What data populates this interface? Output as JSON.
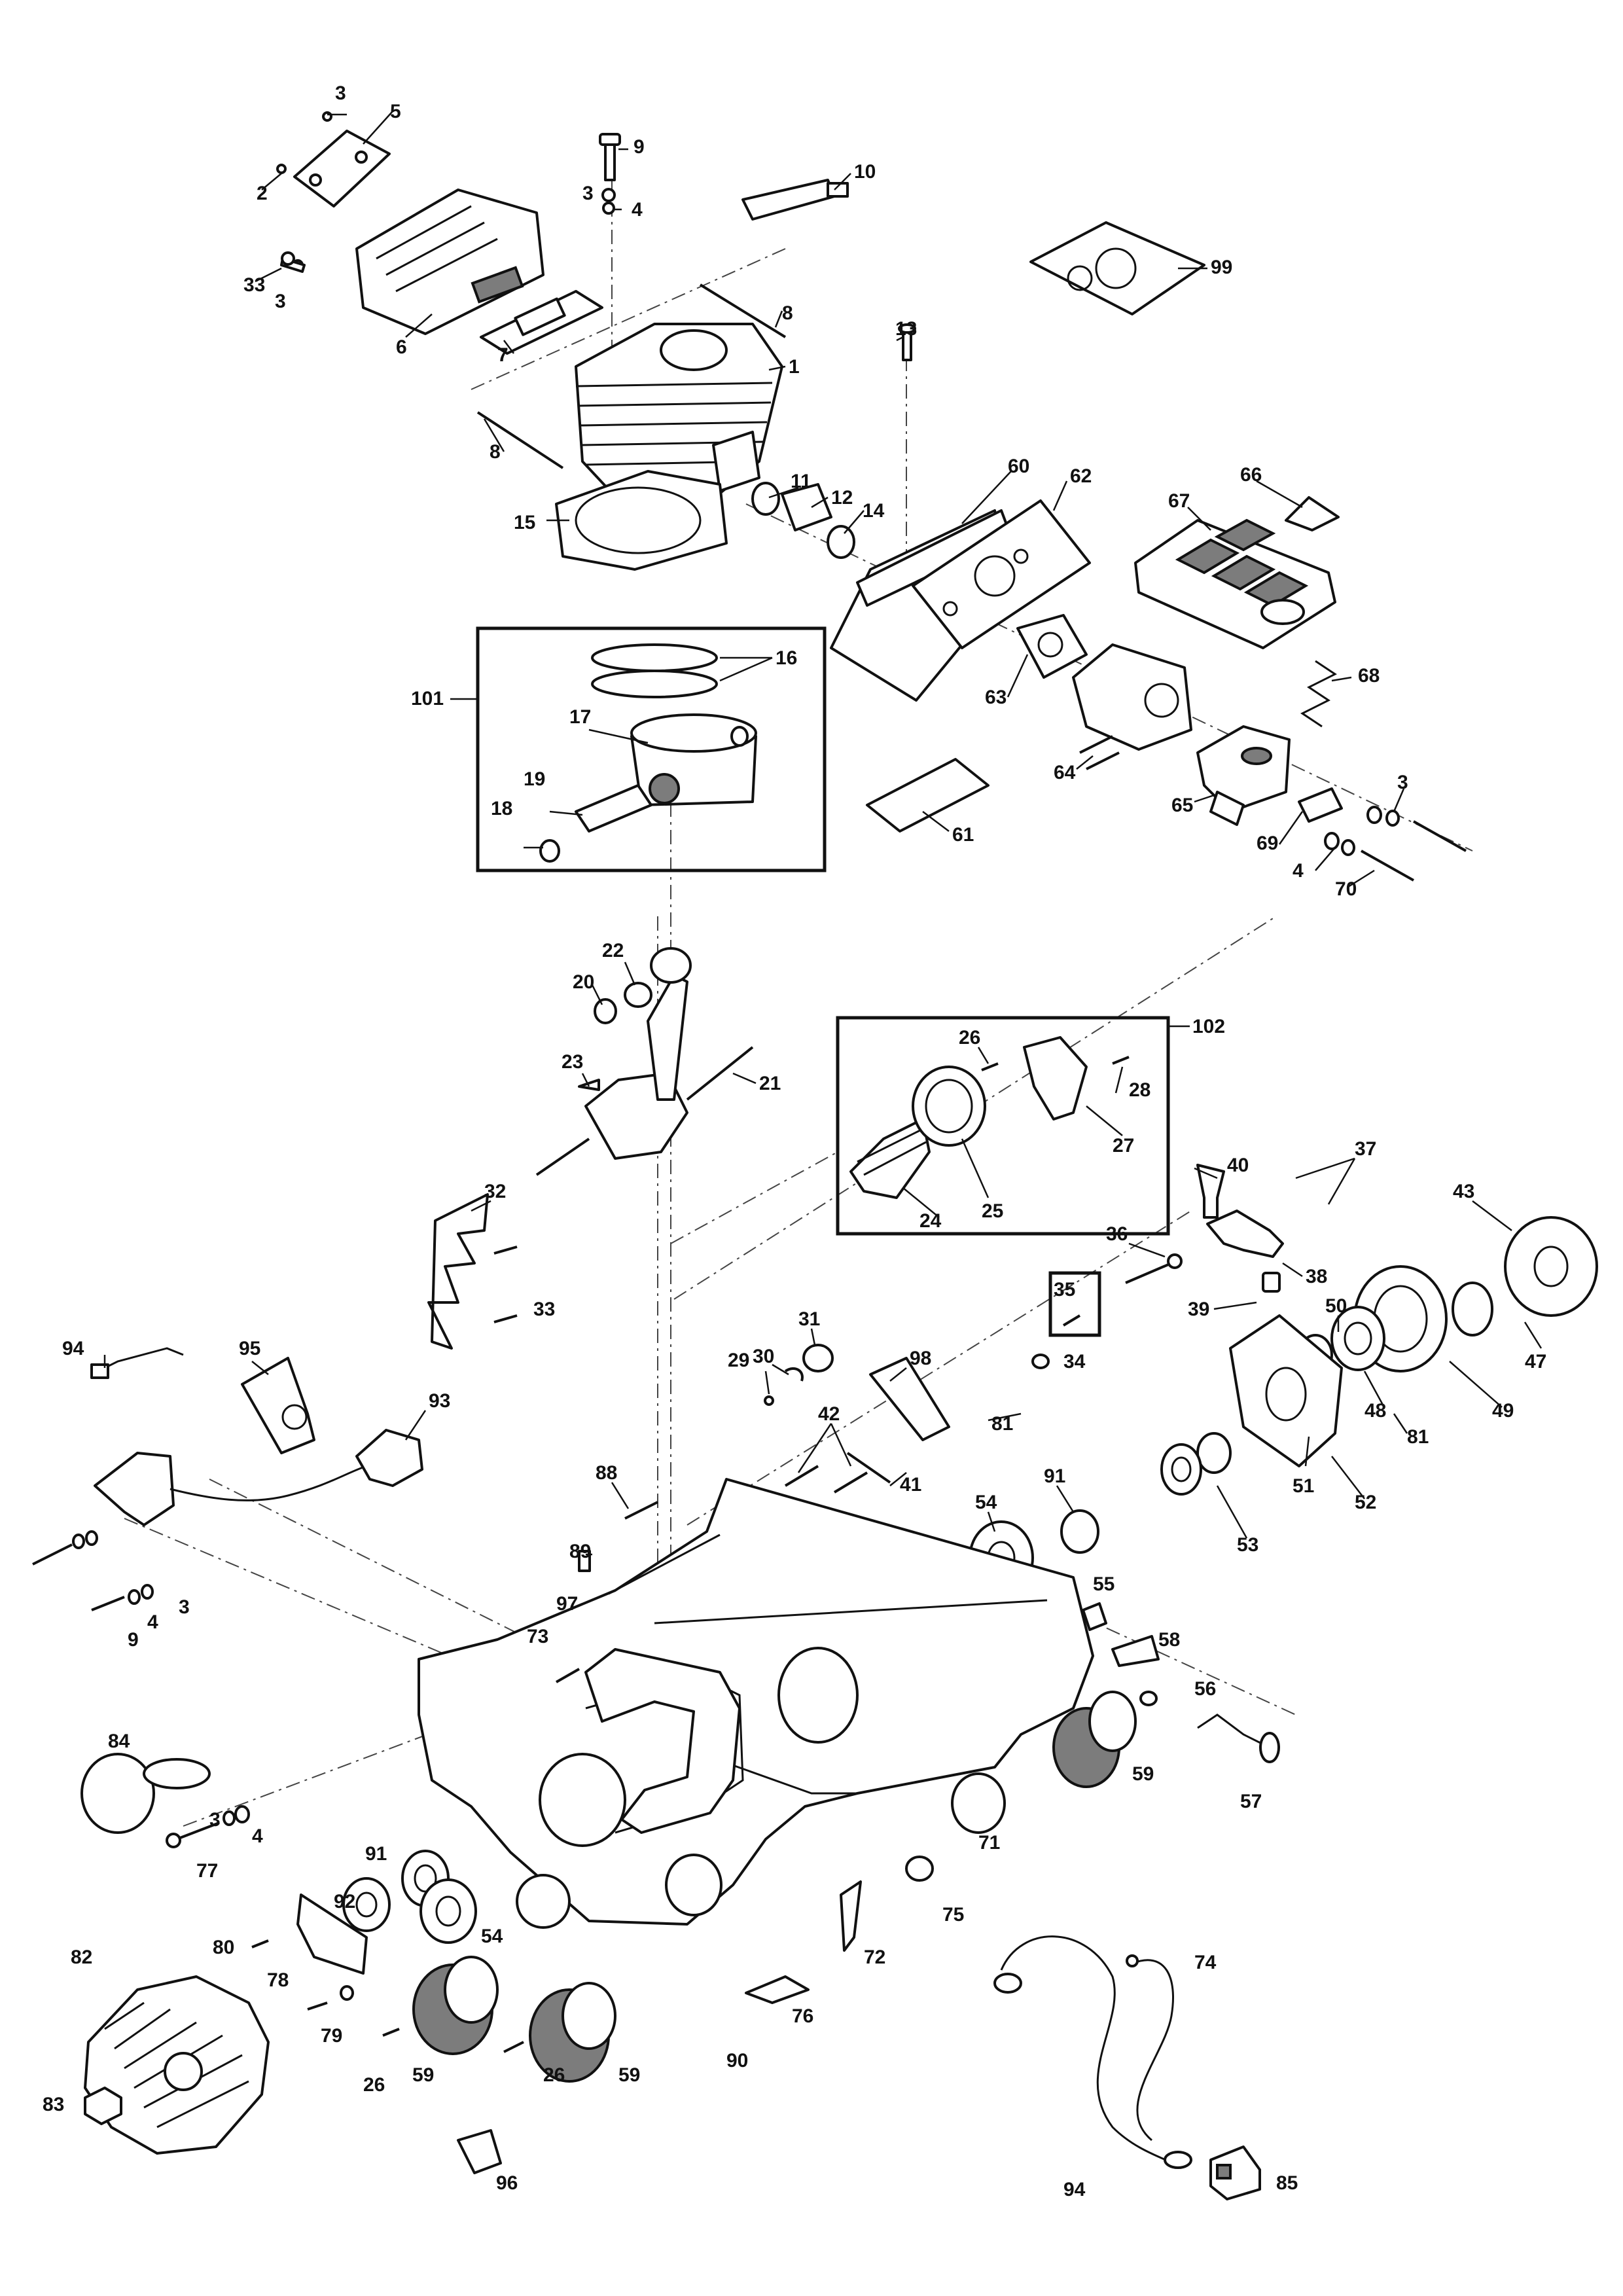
{
  "diagram": {
    "kits": [
      {
        "id": "kit-101",
        "label": "101"
      },
      {
        "id": "kit-102",
        "label": "102"
      },
      {
        "id": "kit-34",
        "label": "34"
      }
    ],
    "callouts": [
      {
        "id": "c3a",
        "label": "3"
      },
      {
        "id": "c5",
        "label": "5"
      },
      {
        "id": "c2",
        "label": "2"
      },
      {
        "id": "c33a",
        "label": "33"
      },
      {
        "id": "c3b",
        "label": "3"
      },
      {
        "id": "c6",
        "label": "6"
      },
      {
        "id": "c9a",
        "label": "9"
      },
      {
        "id": "c3c",
        "label": "3"
      },
      {
        "id": "c4a",
        "label": "4"
      },
      {
        "id": "c10",
        "label": "10"
      },
      {
        "id": "c99",
        "label": "99"
      },
      {
        "id": "c8a",
        "label": "8"
      },
      {
        "id": "c7",
        "label": "7"
      },
      {
        "id": "c1",
        "label": "1"
      },
      {
        "id": "c13",
        "label": "13"
      },
      {
        "id": "c8b",
        "label": "8"
      },
      {
        "id": "c11",
        "label": "11"
      },
      {
        "id": "c12",
        "label": "12"
      },
      {
        "id": "c14",
        "label": "14"
      },
      {
        "id": "c60",
        "label": "60"
      },
      {
        "id": "c62",
        "label": "62"
      },
      {
        "id": "c66",
        "label": "66"
      },
      {
        "id": "c67",
        "label": "67"
      },
      {
        "id": "c15",
        "label": "15"
      },
      {
        "id": "c16",
        "label": "16"
      },
      {
        "id": "c17",
        "label": "17"
      },
      {
        "id": "c19",
        "label": "19"
      },
      {
        "id": "c18",
        "label": "18"
      },
      {
        "id": "c63",
        "label": "63"
      },
      {
        "id": "c68",
        "label": "68"
      },
      {
        "id": "c64",
        "label": "64"
      },
      {
        "id": "c65",
        "label": "65"
      },
      {
        "id": "c3d",
        "label": "3"
      },
      {
        "id": "c61",
        "label": "61"
      },
      {
        "id": "c69",
        "label": "69"
      },
      {
        "id": "c4b",
        "label": "4"
      },
      {
        "id": "c70",
        "label": "70"
      },
      {
        "id": "c22",
        "label": "22"
      },
      {
        "id": "c20",
        "label": "20"
      },
      {
        "id": "c23",
        "label": "23"
      },
      {
        "id": "c21",
        "label": "21"
      },
      {
        "id": "c26a",
        "label": "26"
      },
      {
        "id": "c28",
        "label": "28"
      },
      {
        "id": "c27",
        "label": "27"
      },
      {
        "id": "c24",
        "label": "24"
      },
      {
        "id": "c25",
        "label": "25"
      },
      {
        "id": "c40",
        "label": "40"
      },
      {
        "id": "c37",
        "label": "37"
      },
      {
        "id": "c43",
        "label": "43"
      },
      {
        "id": "c32",
        "label": "32"
      },
      {
        "id": "c36",
        "label": "36"
      },
      {
        "id": "c38",
        "label": "38"
      },
      {
        "id": "c33b",
        "label": "33"
      },
      {
        "id": "c35",
        "label": "35"
      },
      {
        "id": "c39",
        "label": "39"
      },
      {
        "id": "c50",
        "label": "50"
      },
      {
        "id": "c47",
        "label": "47"
      },
      {
        "id": "c94a",
        "label": "94"
      },
      {
        "id": "c95",
        "label": "95"
      },
      {
        "id": "c30",
        "label": "30"
      },
      {
        "id": "c31",
        "label": "31"
      },
      {
        "id": "c98",
        "label": "98"
      },
      {
        "id": "c29",
        "label": "29"
      },
      {
        "id": "c48",
        "label": "48"
      },
      {
        "id": "c49",
        "label": "49"
      },
      {
        "id": "c93",
        "label": "93"
      },
      {
        "id": "c42",
        "label": "42"
      },
      {
        "id": "c81a",
        "label": "81"
      },
      {
        "id": "c81b",
        "label": "81"
      },
      {
        "id": "c41",
        "label": "41"
      },
      {
        "id": "c88",
        "label": "88"
      },
      {
        "id": "c91a",
        "label": "91"
      },
      {
        "id": "c51",
        "label": "51"
      },
      {
        "id": "c52",
        "label": "52"
      },
      {
        "id": "c54a",
        "label": "54"
      },
      {
        "id": "c53",
        "label": "53"
      },
      {
        "id": "c89",
        "label": "89"
      },
      {
        "id": "c3e",
        "label": "3"
      },
      {
        "id": "c4c",
        "label": "4"
      },
      {
        "id": "c9b",
        "label": "9"
      },
      {
        "id": "c55",
        "label": "55"
      },
      {
        "id": "c97",
        "label": "97"
      },
      {
        "id": "c58",
        "label": "58"
      },
      {
        "id": "c73",
        "label": "73"
      },
      {
        "id": "c56",
        "label": "56"
      },
      {
        "id": "c84",
        "label": "84"
      },
      {
        "id": "c59a",
        "label": "59"
      },
      {
        "id": "c57",
        "label": "57"
      },
      {
        "id": "c71",
        "label": "71"
      },
      {
        "id": "c3f",
        "label": "3"
      },
      {
        "id": "c4d",
        "label": "4"
      },
      {
        "id": "c77",
        "label": "77"
      },
      {
        "id": "c91b",
        "label": "91"
      },
      {
        "id": "c92",
        "label": "92"
      },
      {
        "id": "c75",
        "label": "75"
      },
      {
        "id": "c54b",
        "label": "54"
      },
      {
        "id": "c80",
        "label": "80"
      },
      {
        "id": "c78",
        "label": "78"
      },
      {
        "id": "c72",
        "label": "72"
      },
      {
        "id": "c82",
        "label": "82"
      },
      {
        "id": "c74",
        "label": "74"
      },
      {
        "id": "c76",
        "label": "76"
      },
      {
        "id": "c79",
        "label": "79"
      },
      {
        "id": "c90",
        "label": "90"
      },
      {
        "id": "c83",
        "label": "83"
      },
      {
        "id": "c26b",
        "label": "26"
      },
      {
        "id": "c59b",
        "label": "59"
      },
      {
        "id": "c59c",
        "label": "59"
      },
      {
        "id": "c26c",
        "label": "26"
      },
      {
        "id": "c96",
        "label": "96"
      },
      {
        "id": "c94b",
        "label": "94"
      },
      {
        "id": "c85",
        "label": "85"
      }
    ]
  }
}
